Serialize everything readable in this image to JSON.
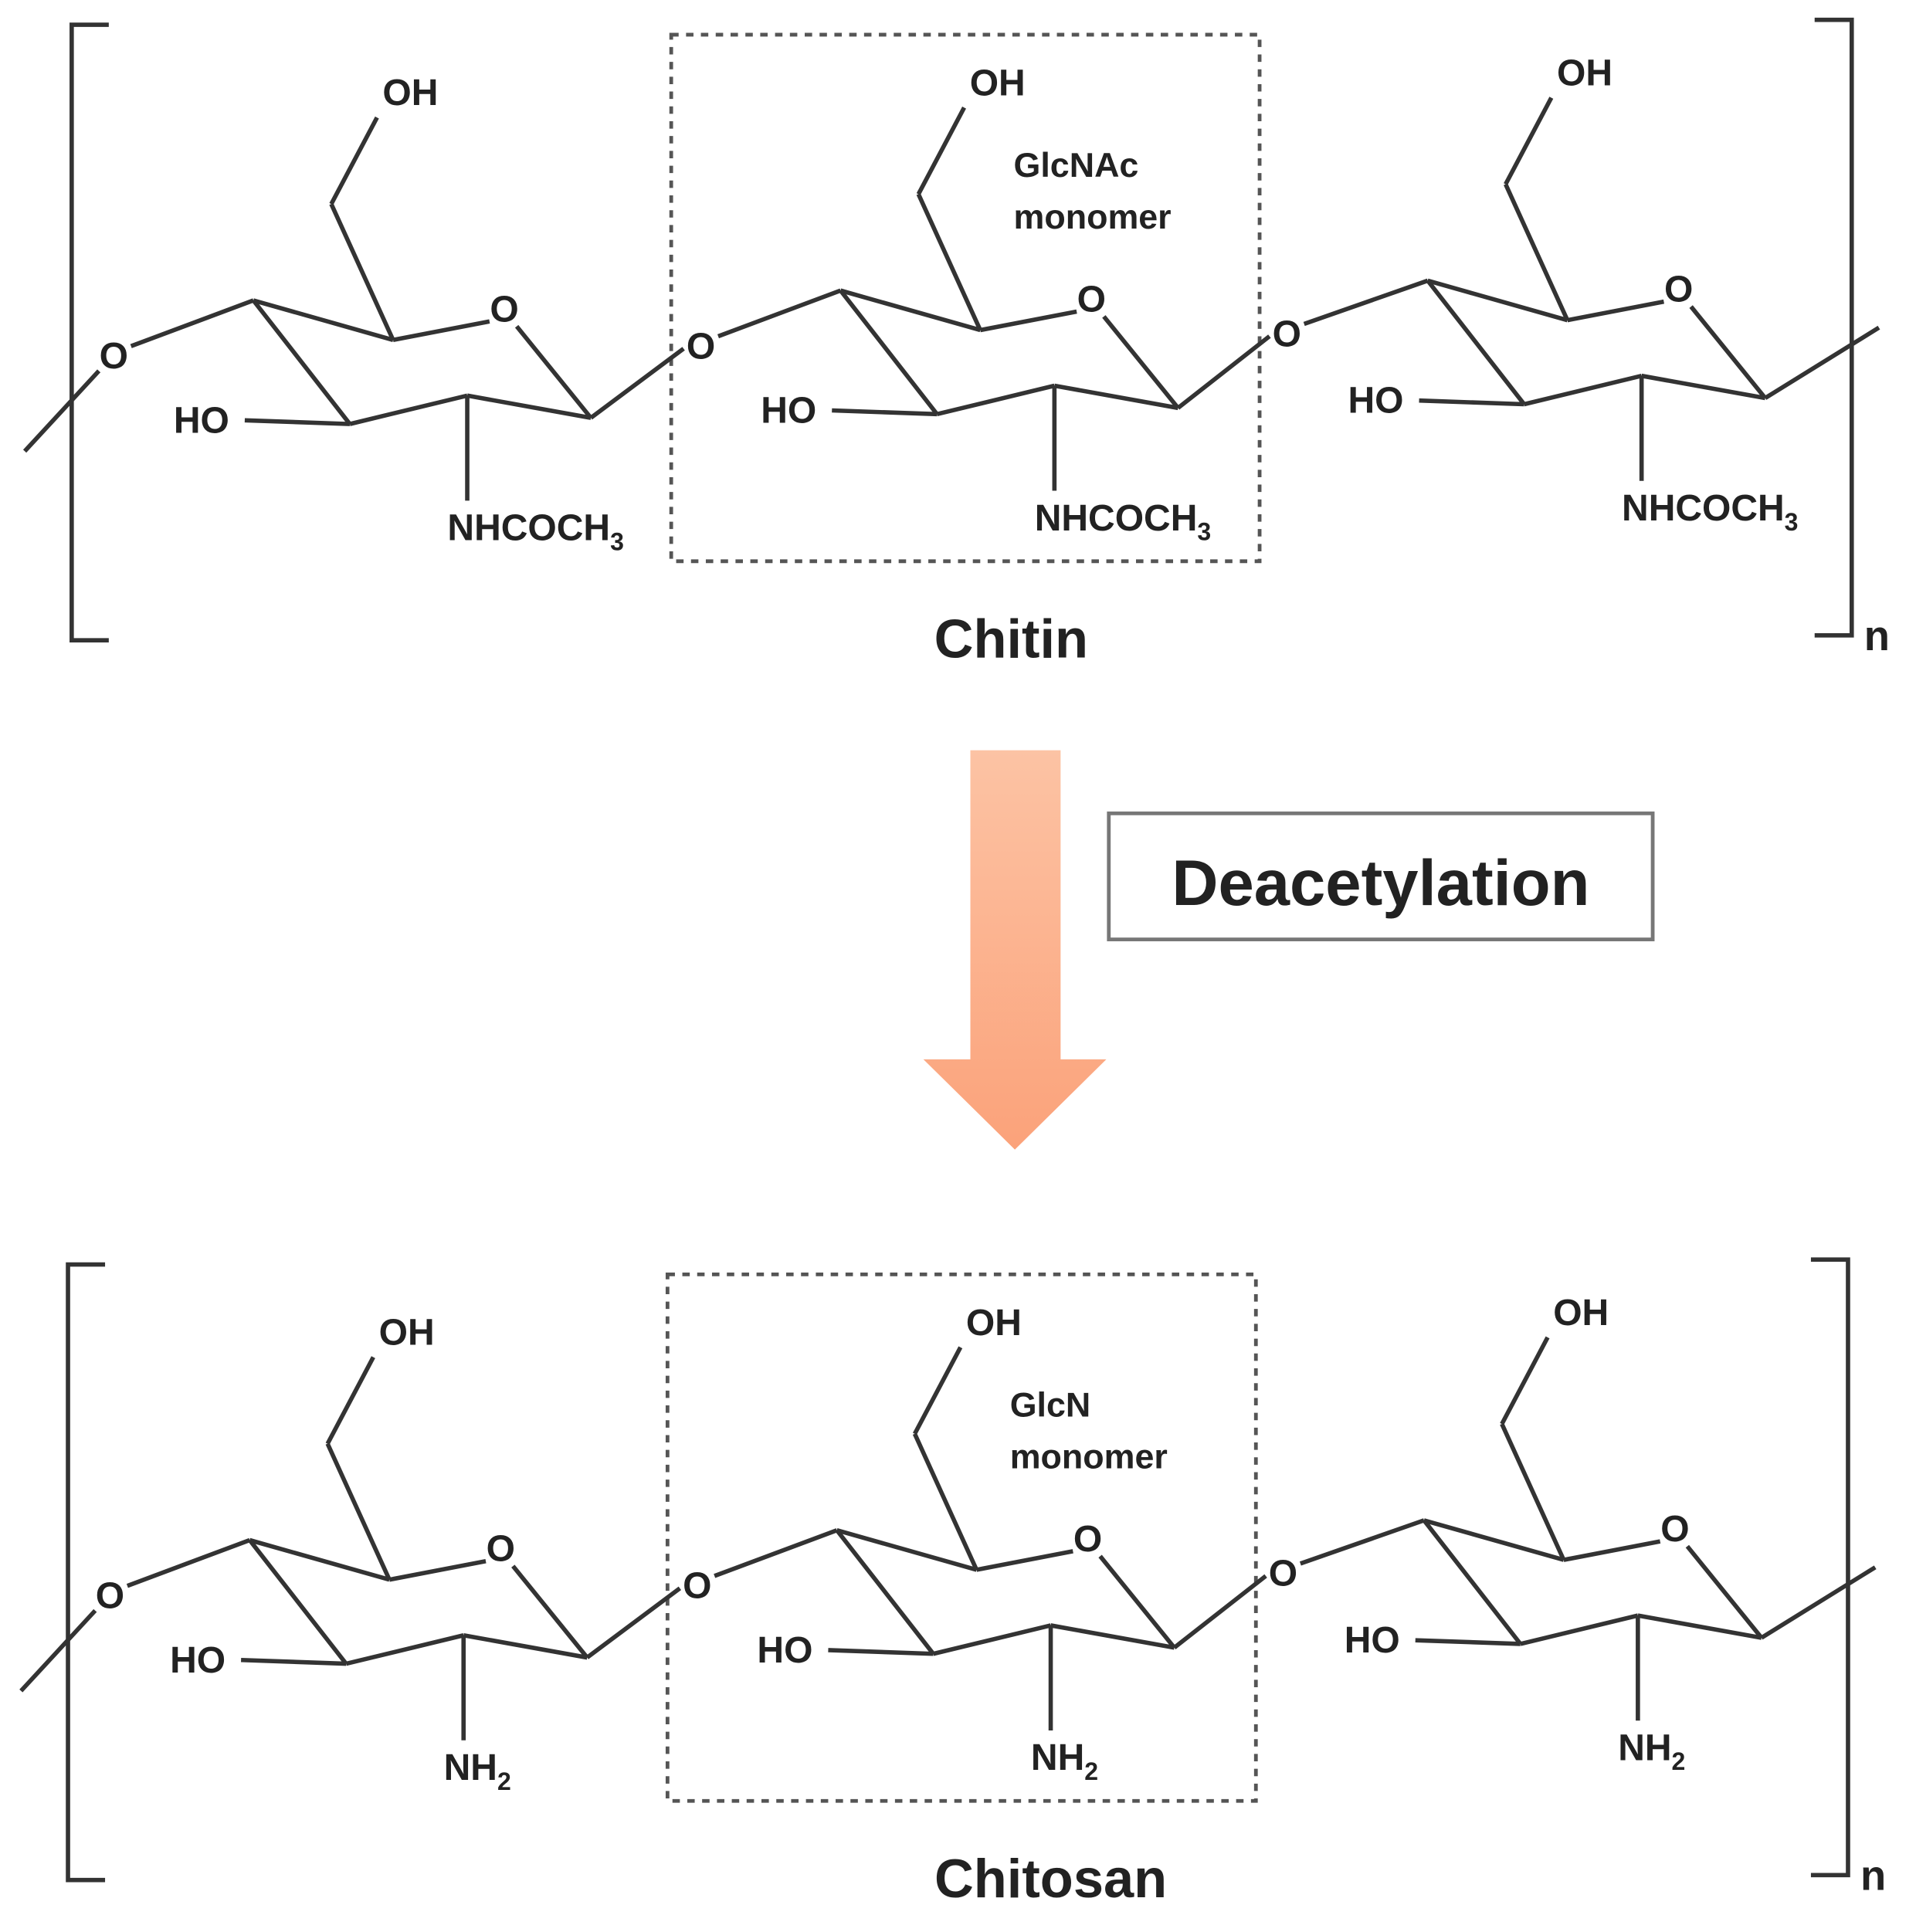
{
  "top": {
    "title": "Chitin",
    "monomer_label_1": "GlcNAc",
    "monomer_label_2": "monomer",
    "substituent": "NHCOCH",
    "substituent_sub": "3",
    "repeat": "n"
  },
  "bottom": {
    "title": "Chitosan",
    "monomer_label_1": "GlcN",
    "monomer_label_2": "monomer",
    "substituent": "NH",
    "substituent_sub": "2",
    "repeat": "n"
  },
  "atoms": {
    "oh": "OH",
    "ho": "HO",
    "o": "O"
  },
  "reaction": {
    "label": "Deacetylation",
    "arrow_color": "#fbb08a"
  }
}
